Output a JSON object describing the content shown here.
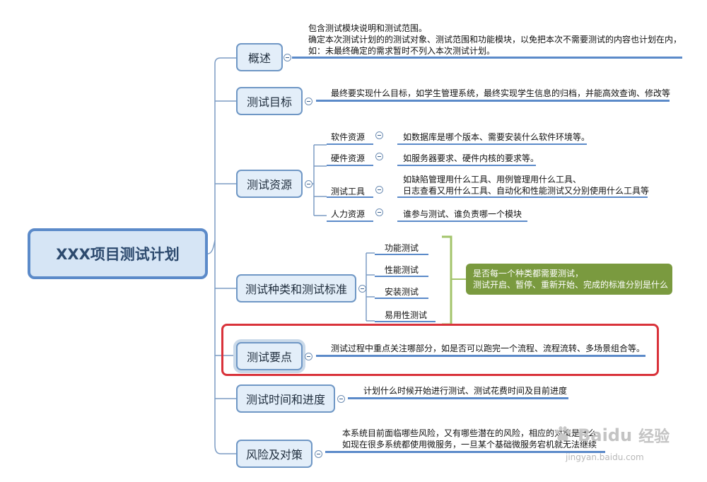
{
  "root": {
    "label": "XXX项目测试计划"
  },
  "branches": {
    "overview": {
      "label": "概述",
      "lines": [
        "包含测试模块说明和测试范围。",
        "确定本次测试计划的的测试对象、测试范围和功能模块，以免把本次不需要测试的内容也计划在内，",
        "如：未最终确定的需求暂时不列入本次测试计划。"
      ]
    },
    "goal": {
      "label": "测试目标",
      "text": "最终要实现什么目标，如学生管理系统，最终实现学生信息的归档，并能高效查询、修改等"
    },
    "resources": {
      "label": "测试资源",
      "items": [
        {
          "label": "软件资源",
          "desc": [
            "如数据库是哪个版本、需要安装什么软件环境等。"
          ]
        },
        {
          "label": "硬件资源",
          "desc": [
            "如服务器要求、硬件内核的要求等。"
          ]
        },
        {
          "label": "测试工具",
          "desc": [
            "如缺陷管理用什么工具、用例管理用什么工具、",
            "日志查看又用什么工具、自动化和性能测试又分别使用什么工具等"
          ]
        },
        {
          "label": "人力资源",
          "desc": [
            "谁参与测试、谁负责哪一个模块"
          ]
        }
      ]
    },
    "types": {
      "label": "测试种类和测试标准",
      "items": [
        "功能测试",
        "性能测试",
        "安装测试",
        "易用性测试"
      ],
      "summary": [
        "是否每一个种类都需要测试，",
        "测试开启、暂停、重新开始、完成的标准分别是什么"
      ]
    },
    "keypoints": {
      "label": "测试要点",
      "text": "测试过程中重点关注哪部分，如是否可以跑完一个流程、流程流转、多场景组合等。"
    },
    "schedule": {
      "label": "测试时间和进度",
      "text": "计划什么时候开始进行测试、测试花费时间及目前进度"
    },
    "risk": {
      "label": "风险及对策",
      "lines": [
        "本系统目前面临哪些风险，又有哪些潜在的风险，相应的对策是什么",
        "如现在很多系统都使用微服务，一旦某个基础微服务宕机就无法继续"
      ]
    }
  },
  "watermark": {
    "brand": "Baidu",
    "sub": "经验",
    "url": "jingyan.baidu.com"
  },
  "colors": {
    "node_border": "#6f97c5",
    "node_fill": "#e3eef9",
    "line": "#5b8ac9",
    "summary_bracket": "#a3c46b",
    "summary_fill": "#7a9a3f",
    "highlight": "#d9323a"
  }
}
